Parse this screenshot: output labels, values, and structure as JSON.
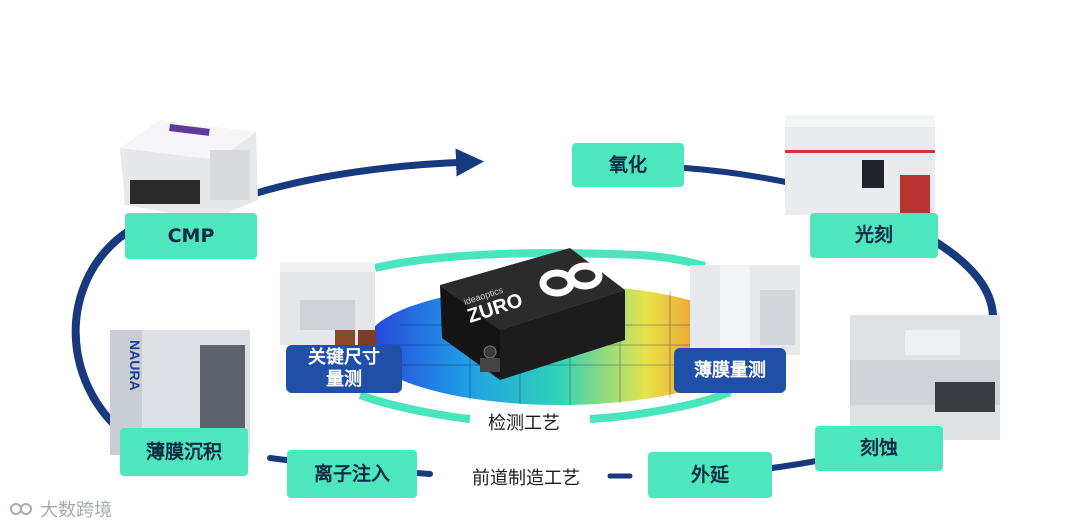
{
  "labels": {
    "oxidation": "氧化",
    "lithography": "光刻",
    "etching": "刻蚀",
    "epitaxy": "外延",
    "ion_implant": "离子注入",
    "thin_film_deposition": "薄膜沉积",
    "cmp": "CMP",
    "cd_measurement_line1": "关键尺寸",
    "cd_measurement_line2": "量测",
    "thin_film_measurement": "薄膜量测"
  },
  "captions": {
    "inspection_process": "检测工艺",
    "front_end_process": "前道制造工艺"
  },
  "device": {
    "brand": "ideaoptics",
    "model": "ZURO"
  },
  "machine_text": {
    "vertical_brand": "NAURA"
  },
  "watermark": "大数跨境",
  "colors": {
    "outer_ring": "#163a7d",
    "inner_ring": "#49e4c0",
    "label_fill": "#4ee6bd",
    "inner_label_fill": "#1f4fa6"
  }
}
